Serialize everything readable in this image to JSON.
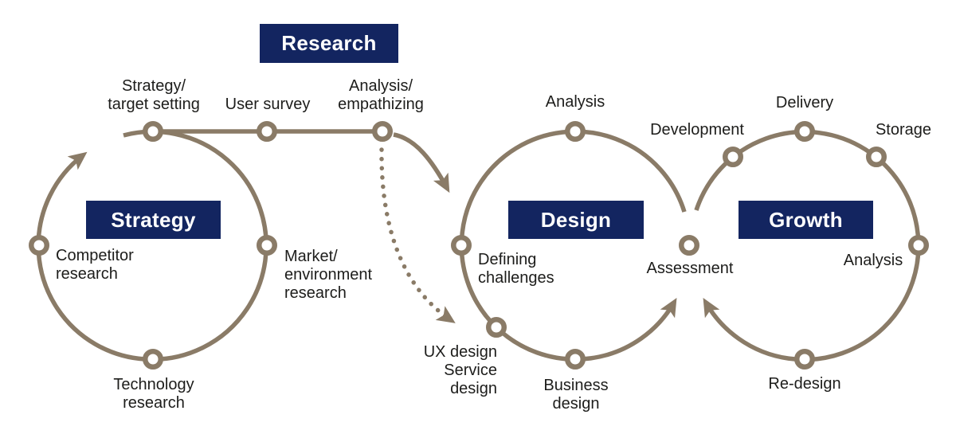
{
  "title_boxes": {
    "research": "Research",
    "strategy": "Strategy",
    "design": "Design",
    "growth": "Growth"
  },
  "research_steps": {
    "strategy_target": "Strategy/\ntarget setting",
    "user_survey": "User survey",
    "analysis_empathizing": "Analysis/\nempathizing"
  },
  "strategy_steps": {
    "competitor": "Competitor\nresearch",
    "market": "Market/\nenvironment\nresearch",
    "technology": "Technology\nresearch"
  },
  "design_steps": {
    "analysis": "Analysis",
    "defining": "Defining\nchallenges",
    "ux_service": "UX design\nService\ndesign",
    "business": "Business\ndesign",
    "assessment": "Assessment"
  },
  "growth_steps": {
    "development": "Development",
    "delivery": "Delivery",
    "storage": "Storage",
    "analysis": "Analysis",
    "redesign": "Re-design"
  },
  "colors": {
    "line": "#8a7b67",
    "box_bg": "#132560",
    "box_text": "#ffffff",
    "label_text": "#1d1d1b",
    "background": "#ffffff"
  }
}
